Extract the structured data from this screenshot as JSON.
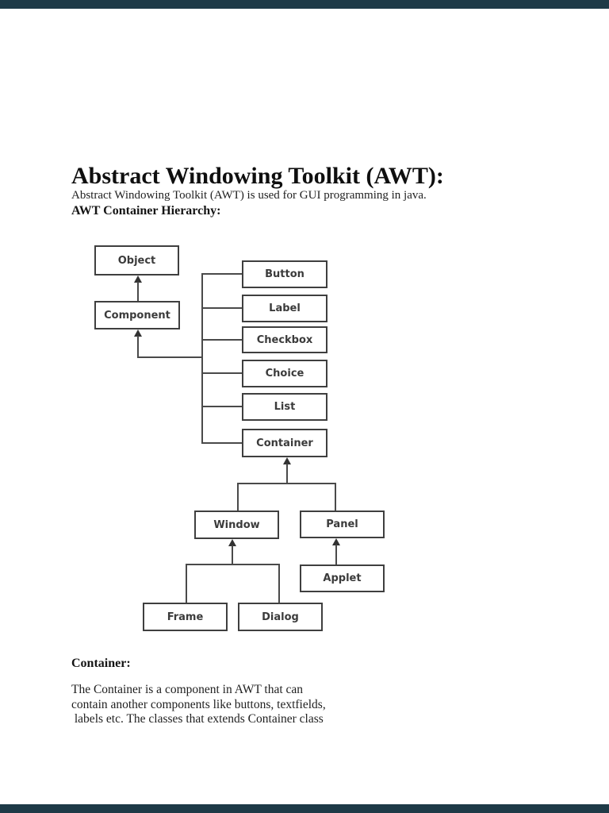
{
  "page": {
    "title": "Abstract Windowing Toolkit (AWT):",
    "intro": "Abstract Windowing Toolkit (AWT) is used for GUI programming in java.",
    "hierarchy_heading": "AWT Container Hierarchy:"
  },
  "diagram": {
    "boxes": [
      {
        "id": "object",
        "label": "Object"
      },
      {
        "id": "component",
        "label": "Component"
      },
      {
        "id": "button",
        "label": "Button"
      },
      {
        "id": "label",
        "label": "Label"
      },
      {
        "id": "checkbox",
        "label": "Checkbox"
      },
      {
        "id": "choice",
        "label": "Choice"
      },
      {
        "id": "list",
        "label": "List"
      },
      {
        "id": "container",
        "label": "Container"
      },
      {
        "id": "window",
        "label": "Window"
      },
      {
        "id": "panel",
        "label": "Panel"
      },
      {
        "id": "applet",
        "label": "Applet"
      },
      {
        "id": "frame",
        "label": "Frame"
      },
      {
        "id": "dialog",
        "label": "Dialog"
      }
    ]
  },
  "container_section": {
    "heading": "Container:",
    "lines": [
      "The Container is a component in AWT that can",
      "contain another components like buttons, textfields,",
      " labels etc. The classes that extends Container class"
    ]
  },
  "colors": {
    "viewer_edge_bar": "#1e3a47",
    "page_background": "#ffffff",
    "box_border": "#3f3f3f",
    "diagram_text": "#3b3b3b",
    "document_text": "#1f1f1f"
  }
}
